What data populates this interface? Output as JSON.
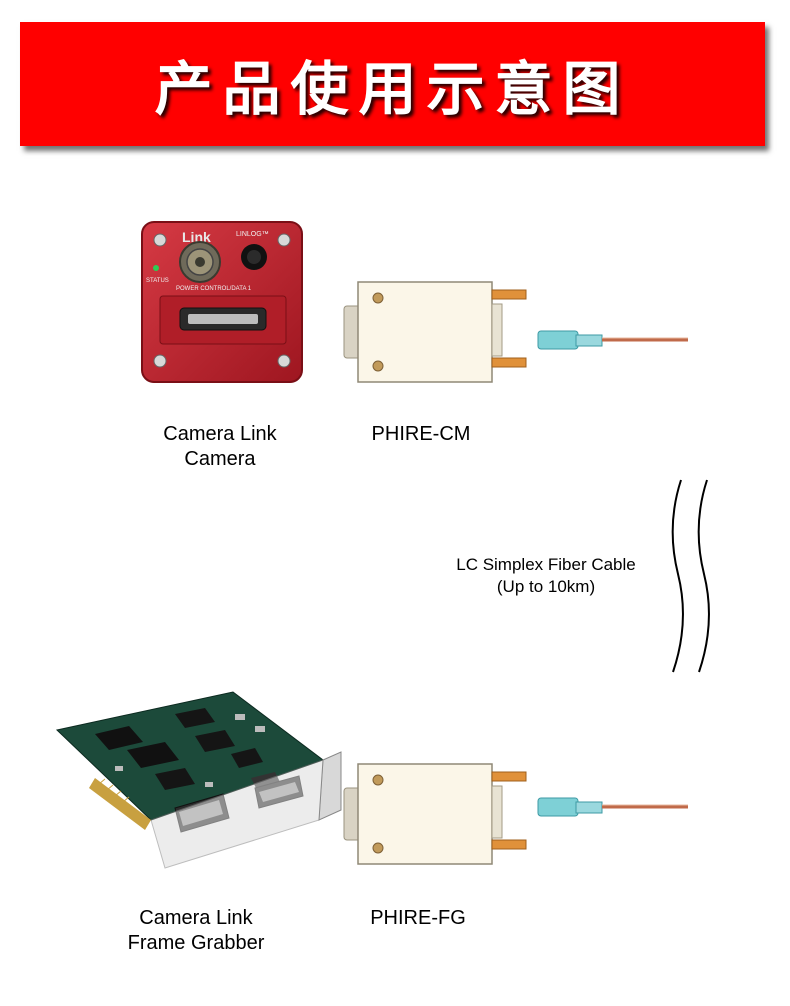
{
  "banner": {
    "title": "产品使用示意图",
    "color": "#ff0000"
  },
  "camera": {
    "brand_label": "Link",
    "model_label": "LINLOG™",
    "status_label": "STATUS",
    "port_label": "POWER   CONTROL/DATA 1",
    "caption_line1": "Camera Link",
    "caption_line2": "Camera",
    "body_color": "#c8242e"
  },
  "phire_cm": {
    "caption": "PHIRE-CM"
  },
  "fiber": {
    "caption_line1": "LC Simplex Fiber Cable",
    "caption_line2": "(Up to 10km)"
  },
  "frame_grabber": {
    "caption_line1": "Camera Link",
    "caption_line2": "Frame Grabber"
  },
  "phire_fg": {
    "caption": "PHIRE-FG"
  }
}
